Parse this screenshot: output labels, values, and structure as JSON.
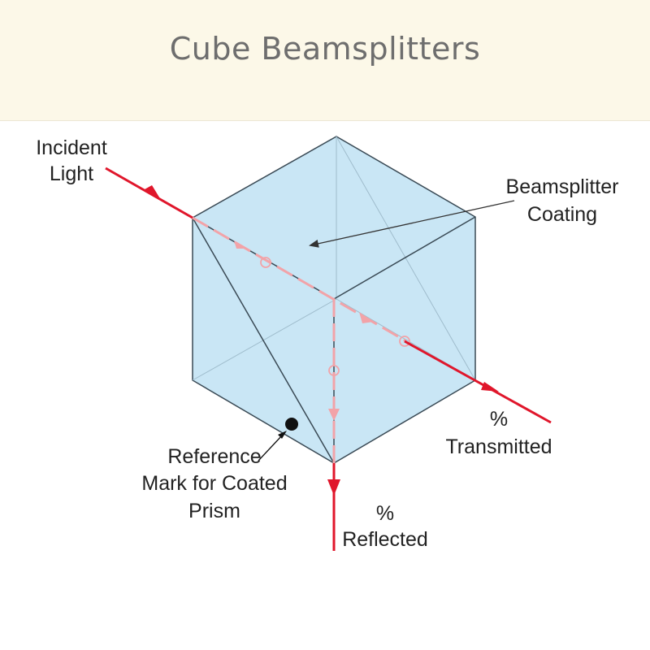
{
  "header": {
    "title": "Cube Beamsplitters"
  },
  "labels": {
    "incident": [
      "Incident",
      "Light"
    ],
    "coating": [
      "Beamsplitter",
      "Coating"
    ],
    "transmitted": [
      "%",
      "Transmitted"
    ],
    "reference": [
      "Reference",
      "Mark for Coated",
      "Prism"
    ],
    "reflected": [
      "%",
      "Reflected"
    ]
  },
  "colors": {
    "background": "#ffffff",
    "title_bar": "#fcf8e8",
    "title_text": "#6e6e6e",
    "cube_fill": "#c9e6f5",
    "cube_edge": "#3a4a55",
    "beam": "#e0162b",
    "beam_inner": "#f2a3a8"
  }
}
